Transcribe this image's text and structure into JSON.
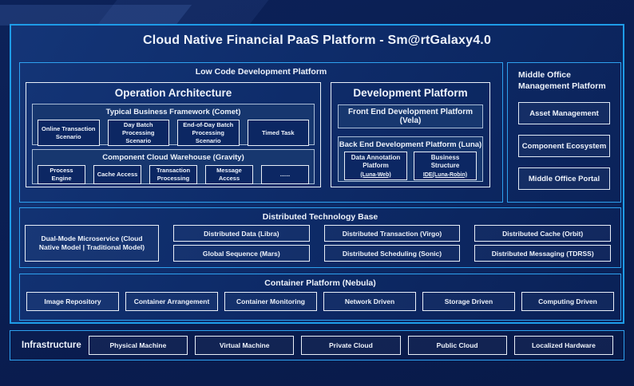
{
  "title": "Cloud Native Financial PaaS Platform - Sm@rtGalaxy4.0",
  "colors": {
    "background": "#0a1e52",
    "panel_fill": "#0e2c6a",
    "outer_border": "#1e9ce8",
    "section_border": "#2ea1ef",
    "white_border": "#e9eff8",
    "group_border": "#a9bcd6",
    "group_fill": "#17376f",
    "leaf_fill": "#0c2763",
    "text": "#eef3fb"
  },
  "low_code": {
    "label": "Low Code Development Platform",
    "operation_architecture": {
      "title": "Operation Architecture",
      "comet": {
        "label": "Typical Business Framework (Comet)",
        "items": [
          "Online Transaction Scenario",
          "Day Batch Processing Scenario",
          "End-of-Day Batch Processing Scenario",
          "Timed Task"
        ]
      },
      "gravity": {
        "label": "Component Cloud Warehouse (Gravity)",
        "items": [
          "Process Engine",
          "Cache Access",
          "Transaction Processing",
          "Message Access",
          "......"
        ]
      }
    },
    "development_platform": {
      "title": "Development Platform",
      "front_end": "Front End Development Platform (Vela)",
      "back_end": {
        "label": "Back End Development Platform (Luna)",
        "items": [
          {
            "name": "Data Annotation Platform",
            "sub": "(Luna-Web)"
          },
          {
            "name": "Business Structure",
            "sub": "IDE(Luna-Robin)"
          }
        ]
      }
    }
  },
  "middle_office": {
    "label": "Middle Office Management Platform",
    "items": [
      "Asset Management",
      "Component Ecosystem",
      "Middle Office Portal"
    ]
  },
  "distributed": {
    "label": "Distributed Technology Base",
    "dual_mode": "Dual-Mode Microservice (Cloud Native Model | Traditional Model)",
    "columns": [
      [
        "Distributed Data (Libra)",
        "Global Sequence (Mars)"
      ],
      [
        "Distributed Transaction (Virgo)",
        "Distributed Scheduling (Sonic)"
      ],
      [
        "Distributed Cache (Orbit)",
        "Distributed Messaging (TDRSS)"
      ]
    ]
  },
  "container_platform": {
    "label": "Container Platform (Nebula)",
    "items": [
      "Image Repository",
      "Container Arrangement",
      "Container Monitoring",
      "Network Driven",
      "Storage Driven",
      "Computing Driven"
    ]
  },
  "infrastructure": {
    "label": "Infrastructure",
    "items": [
      "Physical Machine",
      "Virtual Machine",
      "Private Cloud",
      "Public Cloud",
      "Localized Hardware"
    ]
  }
}
